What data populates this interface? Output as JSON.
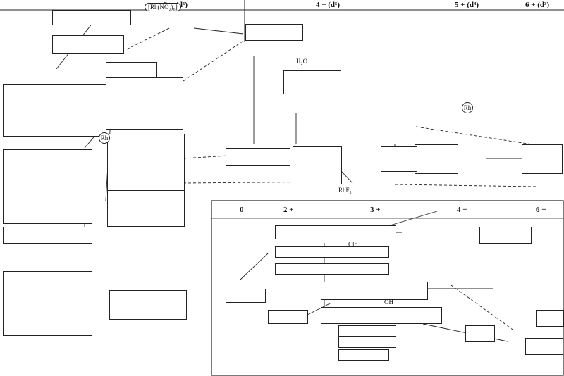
{
  "headers": {
    "upper": [
      "3 + (d⁶)",
      "4 + (d⁵)",
      "5 + (d⁴)",
      "6 + (d³)"
    ],
    "lower": [
      "0",
      "2 +",
      "3 +",
      "4 +",
      "6 +"
    ]
  },
  "labels": {
    "rh_no2_6": "[Rh(NO₂)₆]",
    "rh_upper": "Rh",
    "rh_lower": "Rh",
    "rhf3": "RhF₃",
    "h2o": "H₂O",
    "cl_minus": "Cl⁻",
    "oh_minus": "OH⁻"
  }
}
